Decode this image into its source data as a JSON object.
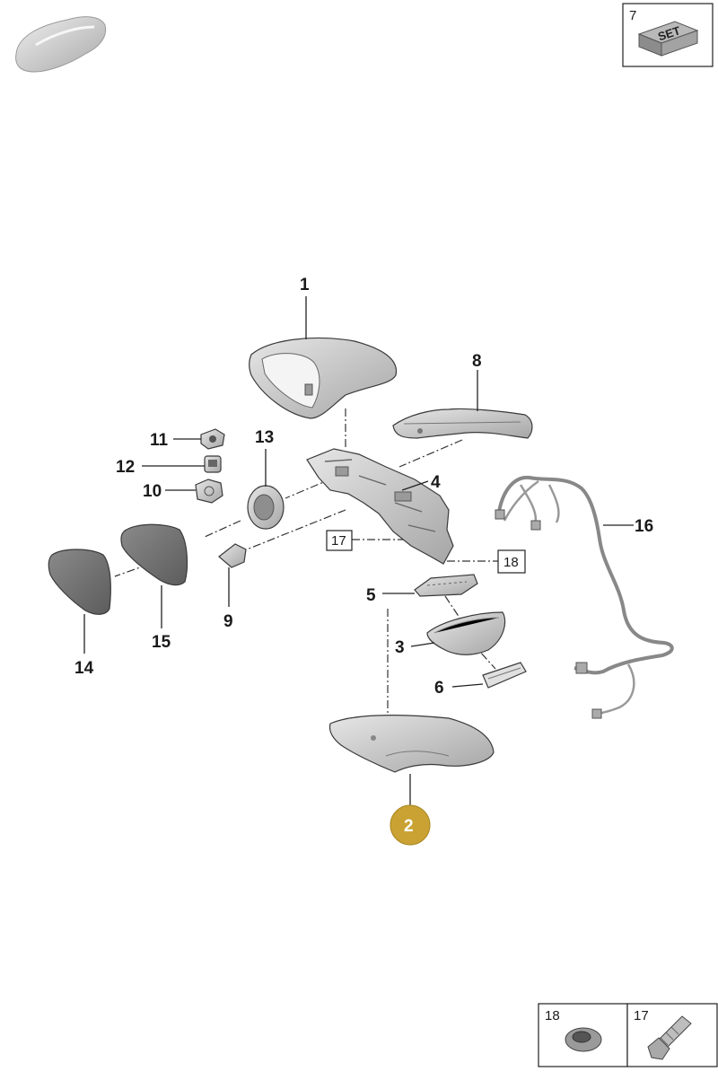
{
  "set_box": {
    "number": "7",
    "icon_text": "SET"
  },
  "callouts": {
    "c1": "1",
    "c2": "2",
    "c3": "3",
    "c4": "4",
    "c5": "5",
    "c6": "6",
    "c8": "8",
    "c9": "9",
    "c10": "10",
    "c11": "11",
    "c12": "12",
    "c13": "13",
    "c14": "14",
    "c15": "15",
    "c16": "16"
  },
  "boxed_refs": {
    "b17": "17",
    "b18": "18"
  },
  "legend": {
    "left_number": "18",
    "right_number": "17"
  },
  "highlighted_part": "2",
  "colors": {
    "highlight": "#c9a233",
    "part_fill": "#c8c8c8",
    "glass": "#777777"
  }
}
